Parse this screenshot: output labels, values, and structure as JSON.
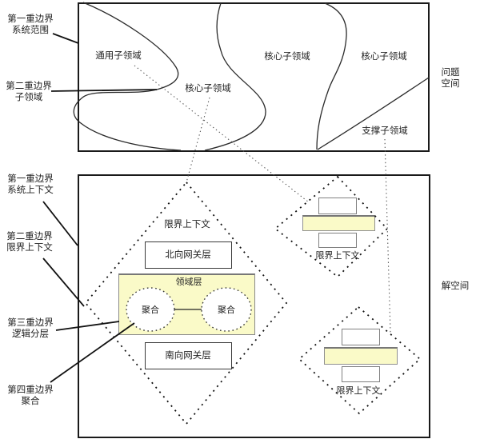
{
  "diagram": {
    "problem_space": {
      "side_label": {
        "line1": "问题",
        "line2": "空间"
      },
      "generic_subdomain": "通用子领域",
      "core_subdomain_left": "核心子领域",
      "core_subdomain_middle": "核心子领域",
      "core_subdomain_right": "核心子领域",
      "supporting_subdomain": "支撑子领域"
    },
    "solution_space": {
      "side_label": "解空间",
      "main_bounded_context": {
        "label": "限界上下文",
        "north_gateway_layer": "北向网关层",
        "domain_layer": "领域层",
        "aggregate_left": "聚合",
        "aggregate_right": "聚合",
        "south_gateway_layer": "南向网关层"
      },
      "bounded_context_top_right": {
        "label": "限界上下文"
      },
      "bounded_context_bottom_right": {
        "label": "限界上下文"
      }
    },
    "boundary_annotations": [
      {
        "line1": "第一重边界",
        "line2": "系统范围"
      },
      {
        "line1": "第二重边界",
        "line2": "子领域"
      },
      {
        "line1": "第一重边界",
        "line2": "系统上下文"
      },
      {
        "line1": "第二重边界",
        "line2": "限界上下文"
      },
      {
        "line1": "第三重边界",
        "line2": "逻辑分层"
      },
      {
        "line1": "第四重边界",
        "line2": "聚合"
      }
    ],
    "colors": {
      "highlight_fill": "#FAFAC8",
      "line_color": "#1a1a1a",
      "soft_border": "#888888"
    }
  }
}
